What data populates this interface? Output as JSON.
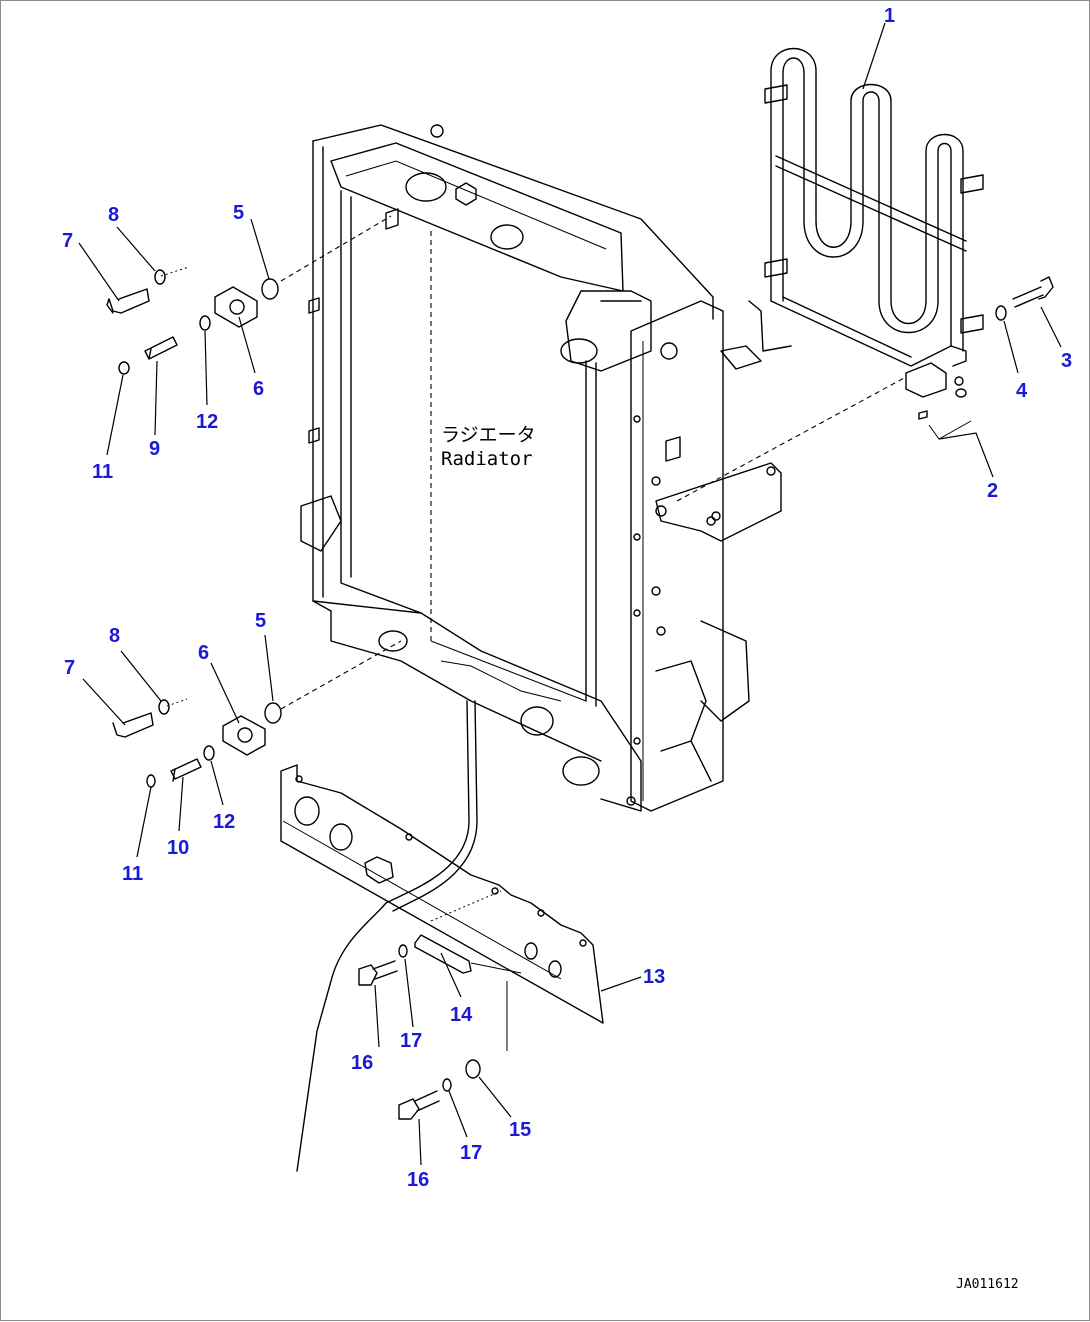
{
  "radiator_label": {
    "jp": "ラジエータ",
    "en": "Radiator"
  },
  "drawing_code": "JA011612",
  "callouts": [
    {
      "id": "c1",
      "text": "1"
    },
    {
      "id": "c2",
      "text": "2"
    },
    {
      "id": "c3",
      "text": "3"
    },
    {
      "id": "c4",
      "text": "4"
    },
    {
      "id": "c5a",
      "text": "5"
    },
    {
      "id": "c6a",
      "text": "6"
    },
    {
      "id": "c7a",
      "text": "7"
    },
    {
      "id": "c8a",
      "text": "8"
    },
    {
      "id": "c9",
      "text": "9"
    },
    {
      "id": "c11a",
      "text": "11"
    },
    {
      "id": "c12a",
      "text": "12"
    },
    {
      "id": "c5b",
      "text": "5"
    },
    {
      "id": "c6b",
      "text": "6"
    },
    {
      "id": "c7b",
      "text": "7"
    },
    {
      "id": "c8b",
      "text": "8"
    },
    {
      "id": "c10",
      "text": "10"
    },
    {
      "id": "c11b",
      "text": "11"
    },
    {
      "id": "c12b",
      "text": "12"
    },
    {
      "id": "c13",
      "text": "13"
    },
    {
      "id": "c14",
      "text": "14"
    },
    {
      "id": "c15",
      "text": "15"
    },
    {
      "id": "c16a",
      "text": "16"
    },
    {
      "id": "c16b",
      "text": "16"
    },
    {
      "id": "c17a",
      "text": "17"
    },
    {
      "id": "c17b",
      "text": "17"
    }
  ],
  "colors": {
    "callout": "#1a1ad6",
    "line": "#000000",
    "border": "#8c8c8c"
  }
}
